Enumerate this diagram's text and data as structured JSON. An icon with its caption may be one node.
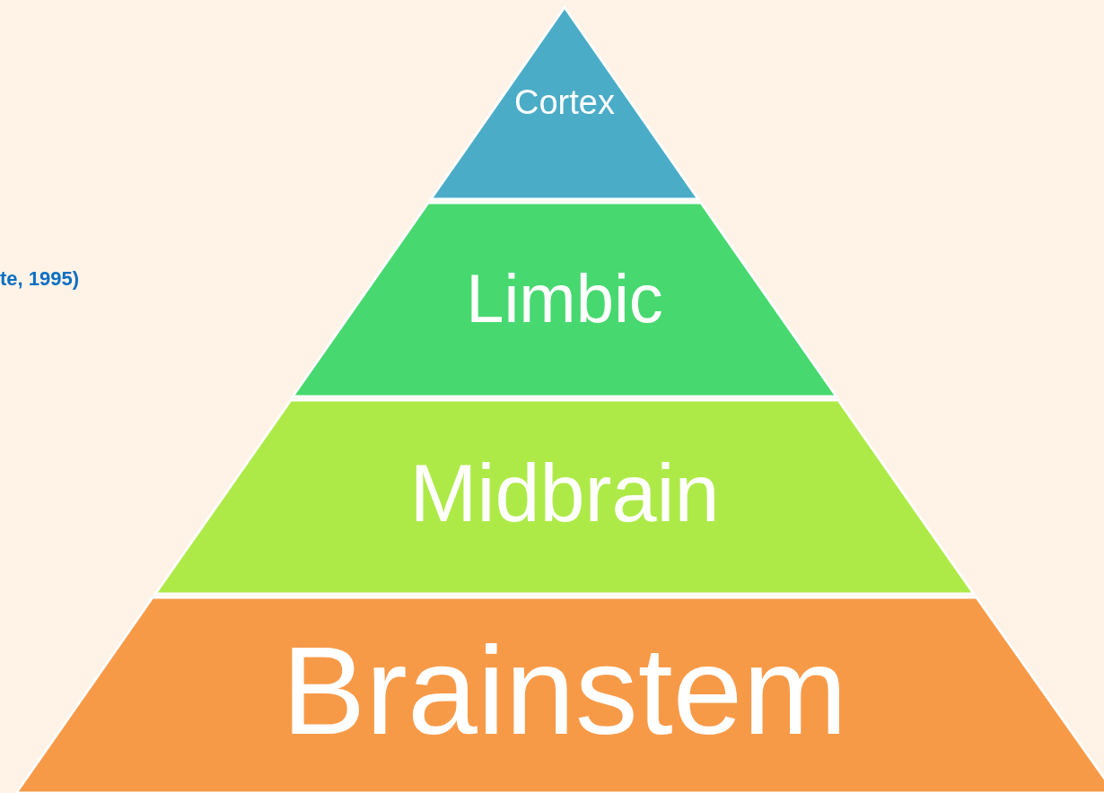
{
  "diagram": {
    "nodes": [
      {
        "text": [
          "Cortex"
        ]
      },
      {
        "text": [
          "Limbic"
        ]
      },
      {
        "text": [
          "Midbrain"
        ]
      },
      {
        "text": [
          "Brainstem"
        ]
      }
    ],
    "labels": [
      "te, 1995)"
    ]
  }
}
